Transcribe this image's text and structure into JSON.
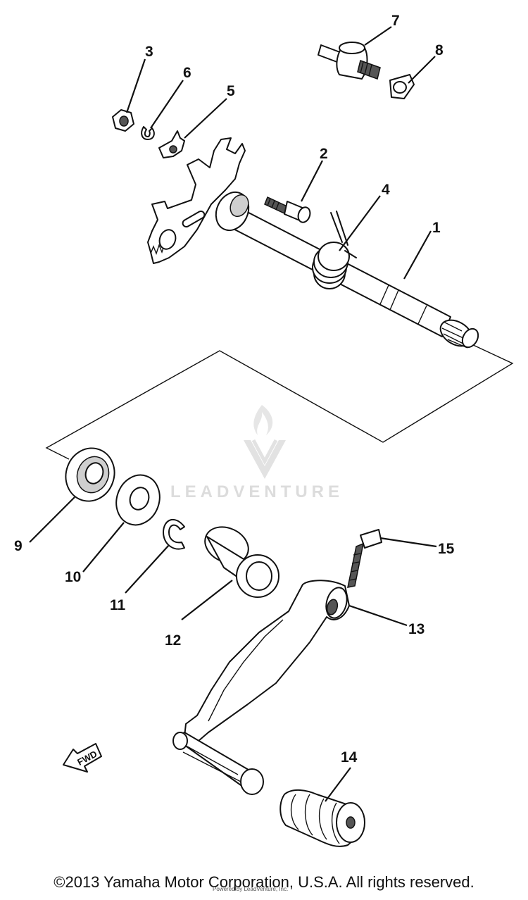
{
  "diagram": {
    "part_numbers": [
      "1",
      "2",
      "3",
      "4",
      "5",
      "6",
      "7",
      "8",
      "9",
      "10",
      "11",
      "12",
      "13",
      "14",
      "15"
    ],
    "fwd_label": "FWD",
    "watermark_text": "LEADVENTURE"
  },
  "footer": {
    "copyright": "©2013 Yamaha Motor Corporation, U.S.A. All rights reserved.",
    "small_credit": "Powered by LeadVenture, Inc."
  }
}
